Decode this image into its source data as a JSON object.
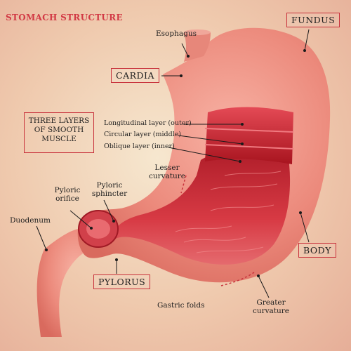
{
  "title": "STOMACH STRUCTURE",
  "boxes": {
    "fundus": "FUNDUS",
    "cardia": "CARDIA",
    "body": "BODY",
    "pylorus": "PYLORUS",
    "layers_heading": "THREE LAYERS OF SMOOTH MUSCLE"
  },
  "labels": {
    "esophagus": "Esophagus",
    "longitudinal": "Longitudinal layer (outer)",
    "circular": "Circular layer (middle)",
    "oblique": "Oblique layer (inner)",
    "lesser_curvature": "Lesser curvature",
    "pyloric_orifice": "Pyloric orifice",
    "pyloric_sphincter": "Pyloric sphincter",
    "duodenum": "Duodenum",
    "gastric_folds": "Gastric folds",
    "greater_curvature": "Greater curvature"
  },
  "stock_id": "#104672665",
  "colors": {
    "title_red": "#d23a45",
    "box_border": "#c8323c",
    "stomach_outer": "#ec8a7c",
    "stomach_inner": "#c8232f"
  }
}
